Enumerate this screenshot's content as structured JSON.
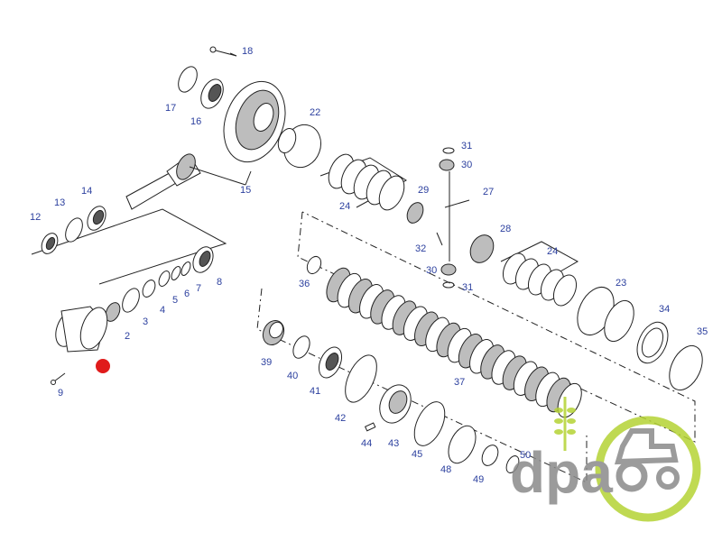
{
  "labels": {
    "p2": "2",
    "p3": "3",
    "p4": "4",
    "p5": "5",
    "p6": "6",
    "p7": "7",
    "p8": "8",
    "p9": "9",
    "p12": "12",
    "p13": "13",
    "p14": "14",
    "p15": "15",
    "p16": "16",
    "p17": "17",
    "p18": "18",
    "p22": "22",
    "p23": "23",
    "p24a": "24",
    "p24b": "24",
    "p27": "27",
    "p28": "28",
    "p29": "29",
    "p30a": "30",
    "p30b": "30",
    "p31a": "31",
    "p31b": "31",
    "p32": "32",
    "p34": "34",
    "p35": "35",
    "p36": "36",
    "p37": "37",
    "p39": "39",
    "p40": "40",
    "p41": "41",
    "p42": "42",
    "p43": "43",
    "p44": "44",
    "p45": "45",
    "p48": "48",
    "p49": "49",
    "p50": "50"
  },
  "watermark": {
    "text": "dpa"
  },
  "colors": {
    "label": "#2b3f9e",
    "marker": "#e01b1b",
    "watermark_text": "#8a8a8a",
    "watermark_badge": "#b5d334"
  },
  "icons": {
    "tractor": "tractor-icon",
    "marker": "red-dot-marker"
  }
}
